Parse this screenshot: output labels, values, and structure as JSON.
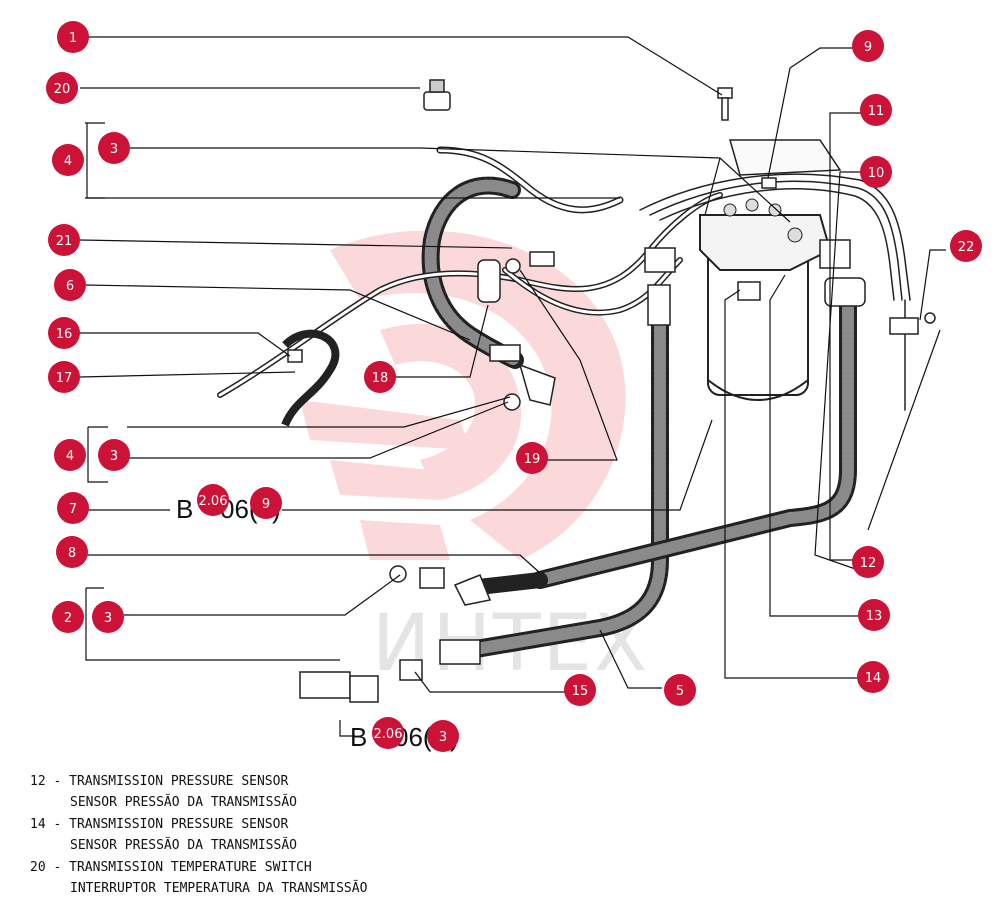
{
  "colors": {
    "badge": "#cc1236",
    "line": "#111111",
    "watermark": "#e8141b",
    "watermark_text": "#d0d0d0"
  },
  "watermark": {
    "text": "ИНТЕХ"
  },
  "callouts": [
    {
      "id": "c1",
      "label": "1"
    },
    {
      "id": "c20",
      "label": "20"
    },
    {
      "id": "c4a",
      "label": "4"
    },
    {
      "id": "c3a",
      "label": "3"
    },
    {
      "id": "c21",
      "label": "21"
    },
    {
      "id": "c6",
      "label": "6"
    },
    {
      "id": "c16",
      "label": "16"
    },
    {
      "id": "c17",
      "label": "17"
    },
    {
      "id": "c18",
      "label": "18"
    },
    {
      "id": "c4b",
      "label": "4"
    },
    {
      "id": "c3b",
      "label": "3"
    },
    {
      "id": "c19",
      "label": "19"
    },
    {
      "id": "c7",
      "label": "7"
    },
    {
      "id": "c8",
      "label": "8"
    },
    {
      "id": "c2",
      "label": "2"
    },
    {
      "id": "c3c",
      "label": "3"
    },
    {
      "id": "c9",
      "label": "9"
    },
    {
      "id": "c11",
      "label": "11"
    },
    {
      "id": "c10",
      "label": "10"
    },
    {
      "id": "c22",
      "label": "22"
    },
    {
      "id": "c12",
      "label": "12"
    },
    {
      "id": "c13",
      "label": "13"
    },
    {
      "id": "c14",
      "label": "14"
    },
    {
      "id": "c5",
      "label": "5"
    },
    {
      "id": "c15",
      "label": "15"
    }
  ],
  "references": [
    {
      "id": "r1",
      "prefix": "B",
      "badge": "2.06",
      "suffix": "06(",
      "item": "9",
      "close": ")"
    },
    {
      "id": "r2",
      "prefix": "B",
      "badge": "2.06",
      "suffix": "06(",
      "item": "3",
      "close": ")"
    }
  ],
  "legend": [
    {
      "line1": "12 - TRANSMISSION PRESSURE SENSOR",
      "line2": "SENSOR PRESSÃO DA TRANSMISSÃO"
    },
    {
      "line1": "14 - TRANSMISSION PRESSURE SENSOR",
      "line2": "SENSOR PRESSÃO DA TRANSMISSÃO"
    },
    {
      "line1": "20 - TRANSMISSION TEMPERATURE SWITCH",
      "line2": "INTERRUPTOR TEMPERATURA DA TRANSMISSÃO"
    }
  ]
}
